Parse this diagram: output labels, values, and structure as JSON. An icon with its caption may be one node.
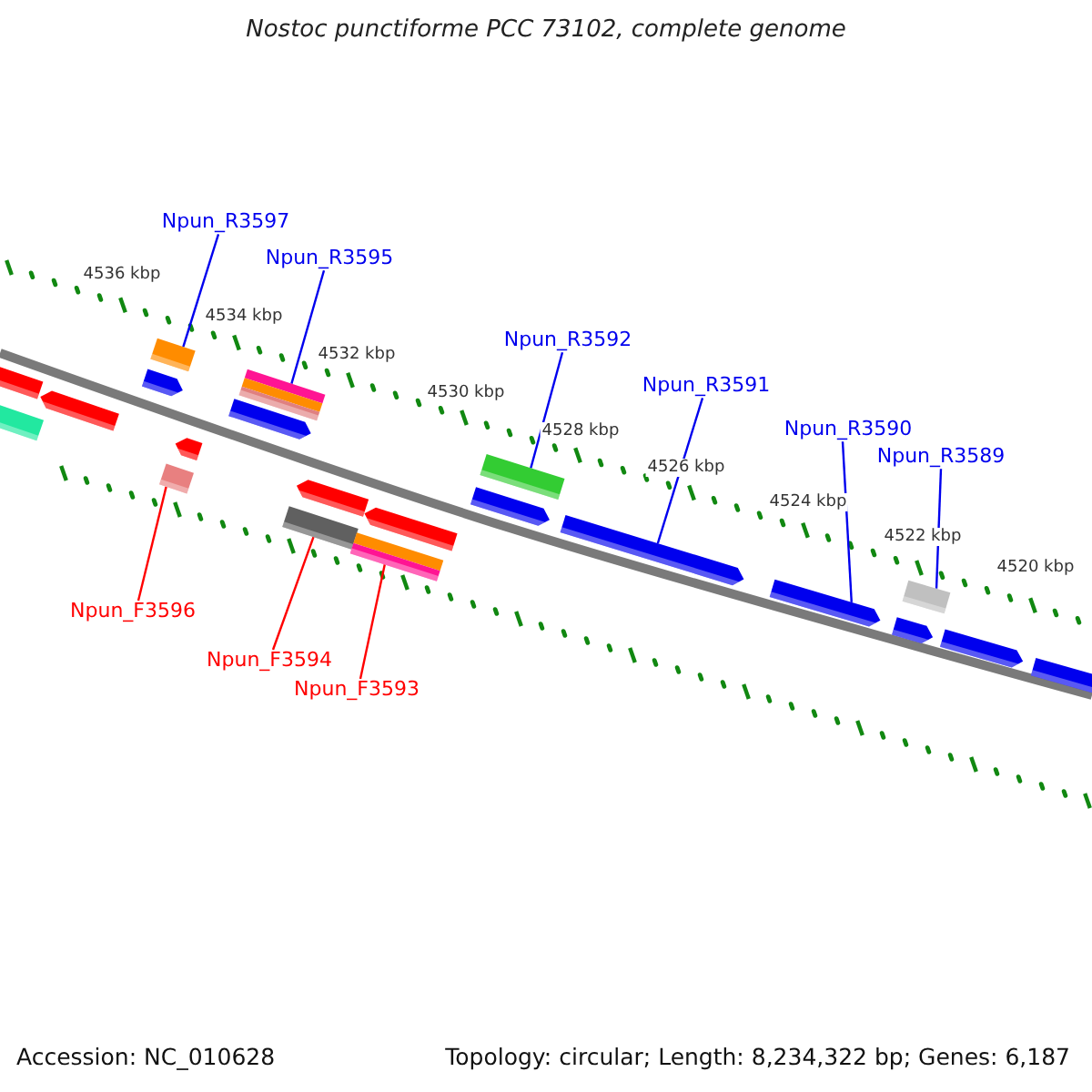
{
  "diagram": {
    "title": "Nostoc punctiforme PCC 73102, complete genome",
    "nodes": [
      {
        "text": [
          "Npun_R3597"
        ]
      },
      {
        "text": [
          "Npun_R3595"
        ]
      },
      {
        "text": [
          "Npun_R3592"
        ]
      },
      {
        "text": [
          "Npun_R3591"
        ]
      },
      {
        "text": [
          "Npun_R3590"
        ]
      },
      {
        "text": [
          "Npun_R3589"
        ]
      },
      {
        "text": [
          "Npun_F3596"
        ]
      },
      {
        "text": [
          "Npun_F3594"
        ]
      },
      {
        "text": [
          "Npun_F3593"
        ]
      },
      {
        "text": [],
        "shape": "bar"
      },
      {
        "text": [],
        "shape": "bar"
      },
      {
        "text": [],
        "shape": "bar"
      },
      {
        "text": [],
        "shape": "bar"
      },
      {
        "text": [],
        "shape": "bar"
      },
      {
        "text": [],
        "shape": "bar"
      },
      {
        "text": [],
        "shape": "bar"
      },
      {
        "text": [],
        "shape": "bar"
      },
      {
        "text": [],
        "shape": "bar"
      },
      {
        "text": [],
        "shape": "bar"
      },
      {
        "text": [],
        "shape": "bar"
      },
      {
        "text": [],
        "shape": "bar"
      },
      {
        "text": [],
        "shape": "bar"
      },
      {
        "text": [],
        "shape": "bar"
      },
      {
        "text": [],
        "shape": "bar"
      },
      {
        "text": [],
        "shape": "bar"
      },
      {
        "text": [],
        "shape": "bar"
      },
      {
        "text": [],
        "shape": "bar"
      },
      {
        "text": [],
        "shape": "bar"
      },
      {
        "text": [],
        "shape": "bar"
      },
      {
        "text": [],
        "shape": "bar"
      }
    ],
    "edges": [
      {
        "from": 0,
        "to": 13,
        "arrow": "none"
      },
      {
        "from": 1,
        "to": 17,
        "arrow": "none"
      },
      {
        "from": 2,
        "to": 23,
        "arrow": "none"
      },
      {
        "from": 3,
        "to": 24,
        "arrow": "none"
      },
      {
        "from": 4,
        "to": 25,
        "arrow": "none"
      },
      {
        "from": 5,
        "to": 27,
        "arrow": "none"
      },
      {
        "from": 6,
        "to": 14,
        "arrow": "none",
        "color": "#ff0000"
      },
      {
        "from": 7,
        "to": 18,
        "arrow": "none",
        "color": "#ff0000"
      },
      {
        "from": 8,
        "to": 20,
        "arrow": "none",
        "color": "#ff0000"
      }
    ],
    "labels": [
      "4536 kbp",
      "4534 kbp",
      "4532 kbp",
      "4530 kbp",
      "4528 kbp",
      "4526 kbp",
      "4524 kbp",
      "4522 kbp",
      "4520 kbp",
      "Accession: NC_010628",
      "Topology: circular; Length: 8,234,322 bp; Genes: 6,187"
    ]
  }
}
